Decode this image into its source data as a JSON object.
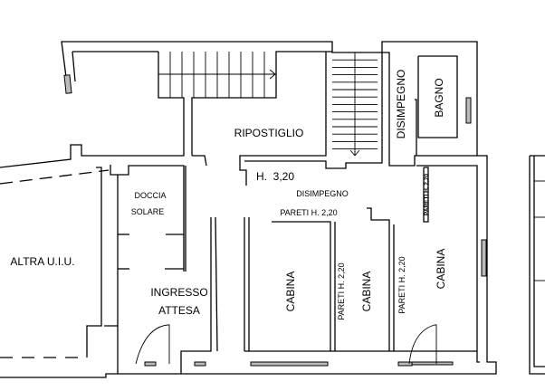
{
  "plan": {
    "rooms": {
      "ripostiglio": "RIPOSTIGLIO",
      "disimpegno_vertical": "DISIMPEGNO",
      "bagno": "BAGNO",
      "height_main": "H.  3,20",
      "disimpegno": "DISIMPEGNO",
      "pareti_main": "PARETI H. 2,20",
      "pareti_small": "PARETI H. 2,20",
      "doccia": "DOCCIA",
      "solare": "SOLARE",
      "altra_uiu": "ALTRA U.I.U.",
      "ingresso": "INGRESSO",
      "attesa": "ATTESA",
      "cabina_1": "CABINA",
      "pareti_1": "PARETI H. 2,20",
      "cabina_2": "CABINA",
      "pareti_2": "PARETI H. 2,20",
      "cabina_3": "CABINA"
    }
  }
}
